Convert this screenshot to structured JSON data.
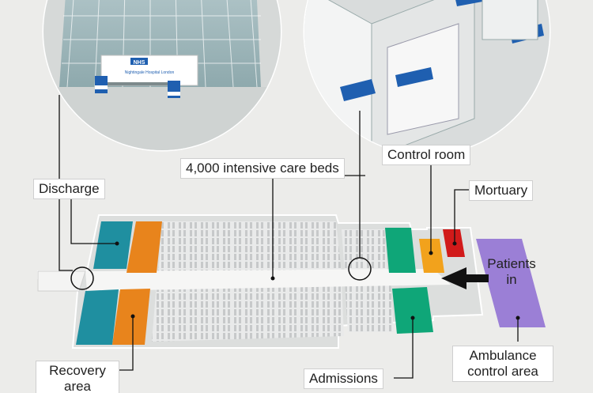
{
  "labels": {
    "discharge": "Discharge",
    "beds": "4,000 intensive care beds",
    "control_room": "Control room",
    "mortuary": "Mortuary",
    "patients_in_line1": "Patients",
    "patients_in_line2": "in",
    "recovery_line1": "Recovery",
    "recovery_line2": "area",
    "admissions": "Admissions",
    "ambulance_line1": "Ambulance",
    "ambulance_line2": "control area"
  },
  "signage": {
    "nhs_logo": "NHS",
    "entrance_sign": "Nightingale Hospital London"
  },
  "colors": {
    "discharge_zone": "#1f8fa0",
    "recovery_zone": "#e8841c",
    "admissions_zone": "#0fa678",
    "control_room": "#f2a21c",
    "mortuary": "#d11a1a",
    "ambulance_area": "#9b7fd6",
    "nhs_blue": "#1f5fb0"
  }
}
